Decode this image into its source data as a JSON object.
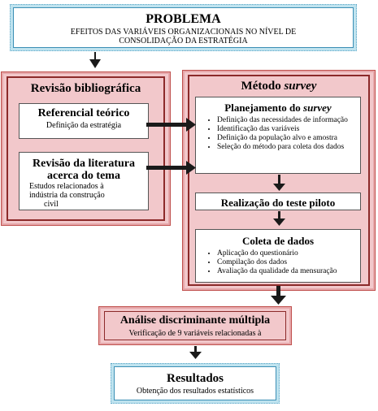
{
  "problema": {
    "title": "PROBLEMA",
    "line1": "EFEITOS DAS VARIÁVEIS ORGANIZACIONAIS NO NÍVEL DE",
    "line2": "CONSOLIDAÇÃO DA ESTRATÉGIA"
  },
  "revisao": {
    "title": "Revisão bibliográfica",
    "referencial": {
      "title": "Referencial teórico",
      "subtitle": "Definição da estratégia"
    },
    "literatura": {
      "title_line1": "Revisão da literatura",
      "title_line2": "acerca do tema",
      "sub_line1": "Estudos relacionados à",
      "sub_line2": "indústria da construção",
      "sub_line3": "civil"
    }
  },
  "metodo": {
    "title_prefix": "Método ",
    "title_italic": "survey",
    "planejamento": {
      "title_prefix": "Planejamento do ",
      "title_italic": "survey",
      "items": [
        "Definição das necessidades de informação",
        "Identificação das variáveis",
        "Definição da população alvo e amostra",
        "Seleção do método para coleta dos dados"
      ]
    },
    "teste": {
      "title": "Realização do teste piloto"
    },
    "coleta": {
      "title": "Coleta de dados",
      "items": [
        "Aplicação do questionário",
        "Compilação dos dados",
        "Avaliação da qualidade da mensuração"
      ]
    }
  },
  "analise": {
    "title": "Análise discriminante múltipla",
    "subtitle": "Verificação de 9 variáveis relacionadas à"
  },
  "resultados": {
    "title": "Resultados",
    "subtitle": "Obtenção dos resultados estatísticos"
  },
  "colors": {
    "blue_frame": "#bfe3ef",
    "red_frame": "#f2c8cb",
    "dark_red": "#8c2a2a",
    "arrow": "#1a1a1a"
  }
}
